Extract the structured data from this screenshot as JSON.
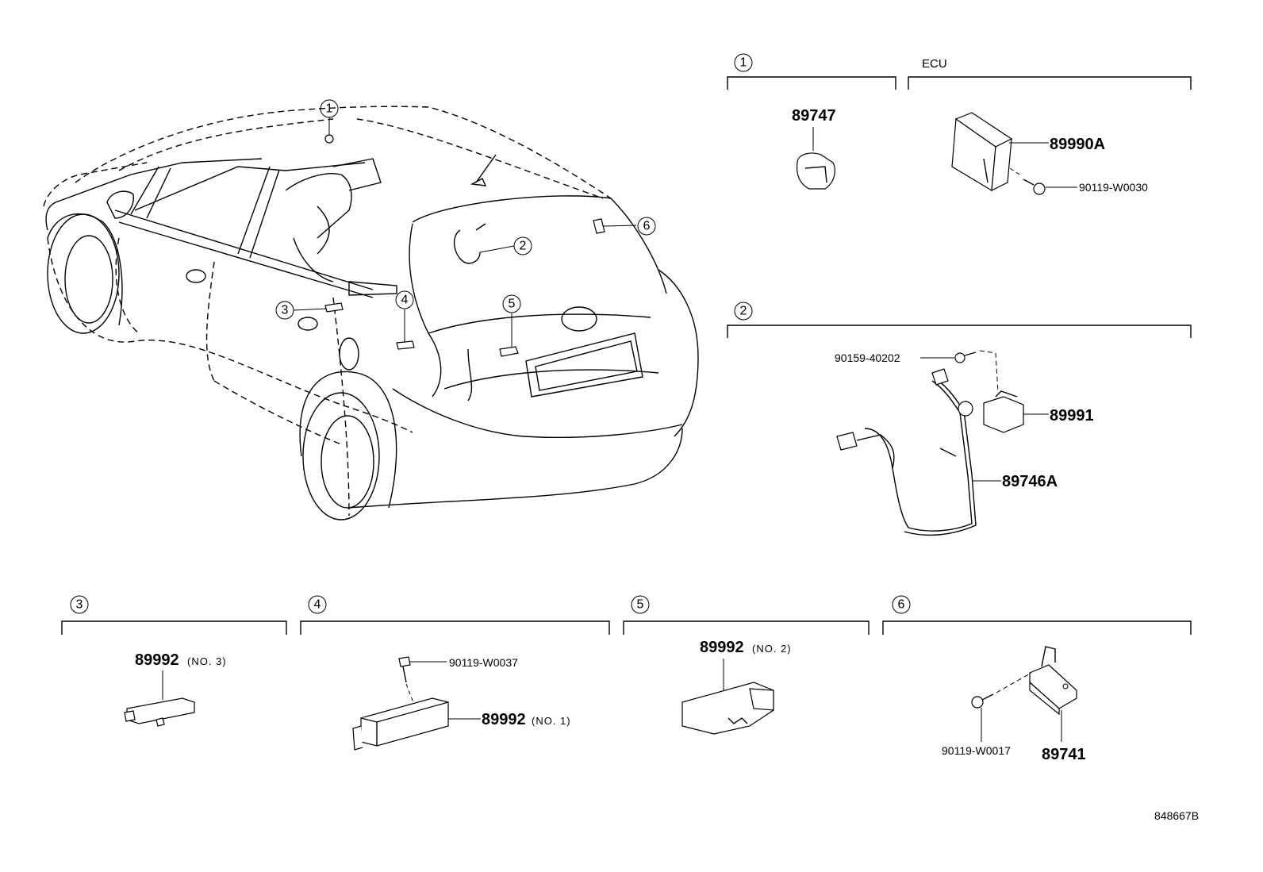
{
  "diagram_id": "848667B",
  "callout_numbers": [
    "1",
    "2",
    "3",
    "4",
    "5",
    "6"
  ],
  "sections": {
    "s1": {
      "number": "1",
      "parts": [
        "89747"
      ]
    },
    "ecu": {
      "caption": "ECU",
      "parts": [
        "89990A",
        "90119-W0030"
      ]
    },
    "s2": {
      "number": "2",
      "parts": [
        "90159-40202",
        "89991",
        "89746A"
      ]
    },
    "s3": {
      "number": "3",
      "part": "89992",
      "note": "(NO. 3)"
    },
    "s4": {
      "number": "4",
      "bolt": "90119-W0037",
      "part": "89992",
      "note": "(NO. 1)"
    },
    "s5": {
      "number": "5",
      "part": "89992",
      "note": "(NO. 2)"
    },
    "s6": {
      "number": "6",
      "bolt": "90119-W0017",
      "part": "89741"
    }
  }
}
